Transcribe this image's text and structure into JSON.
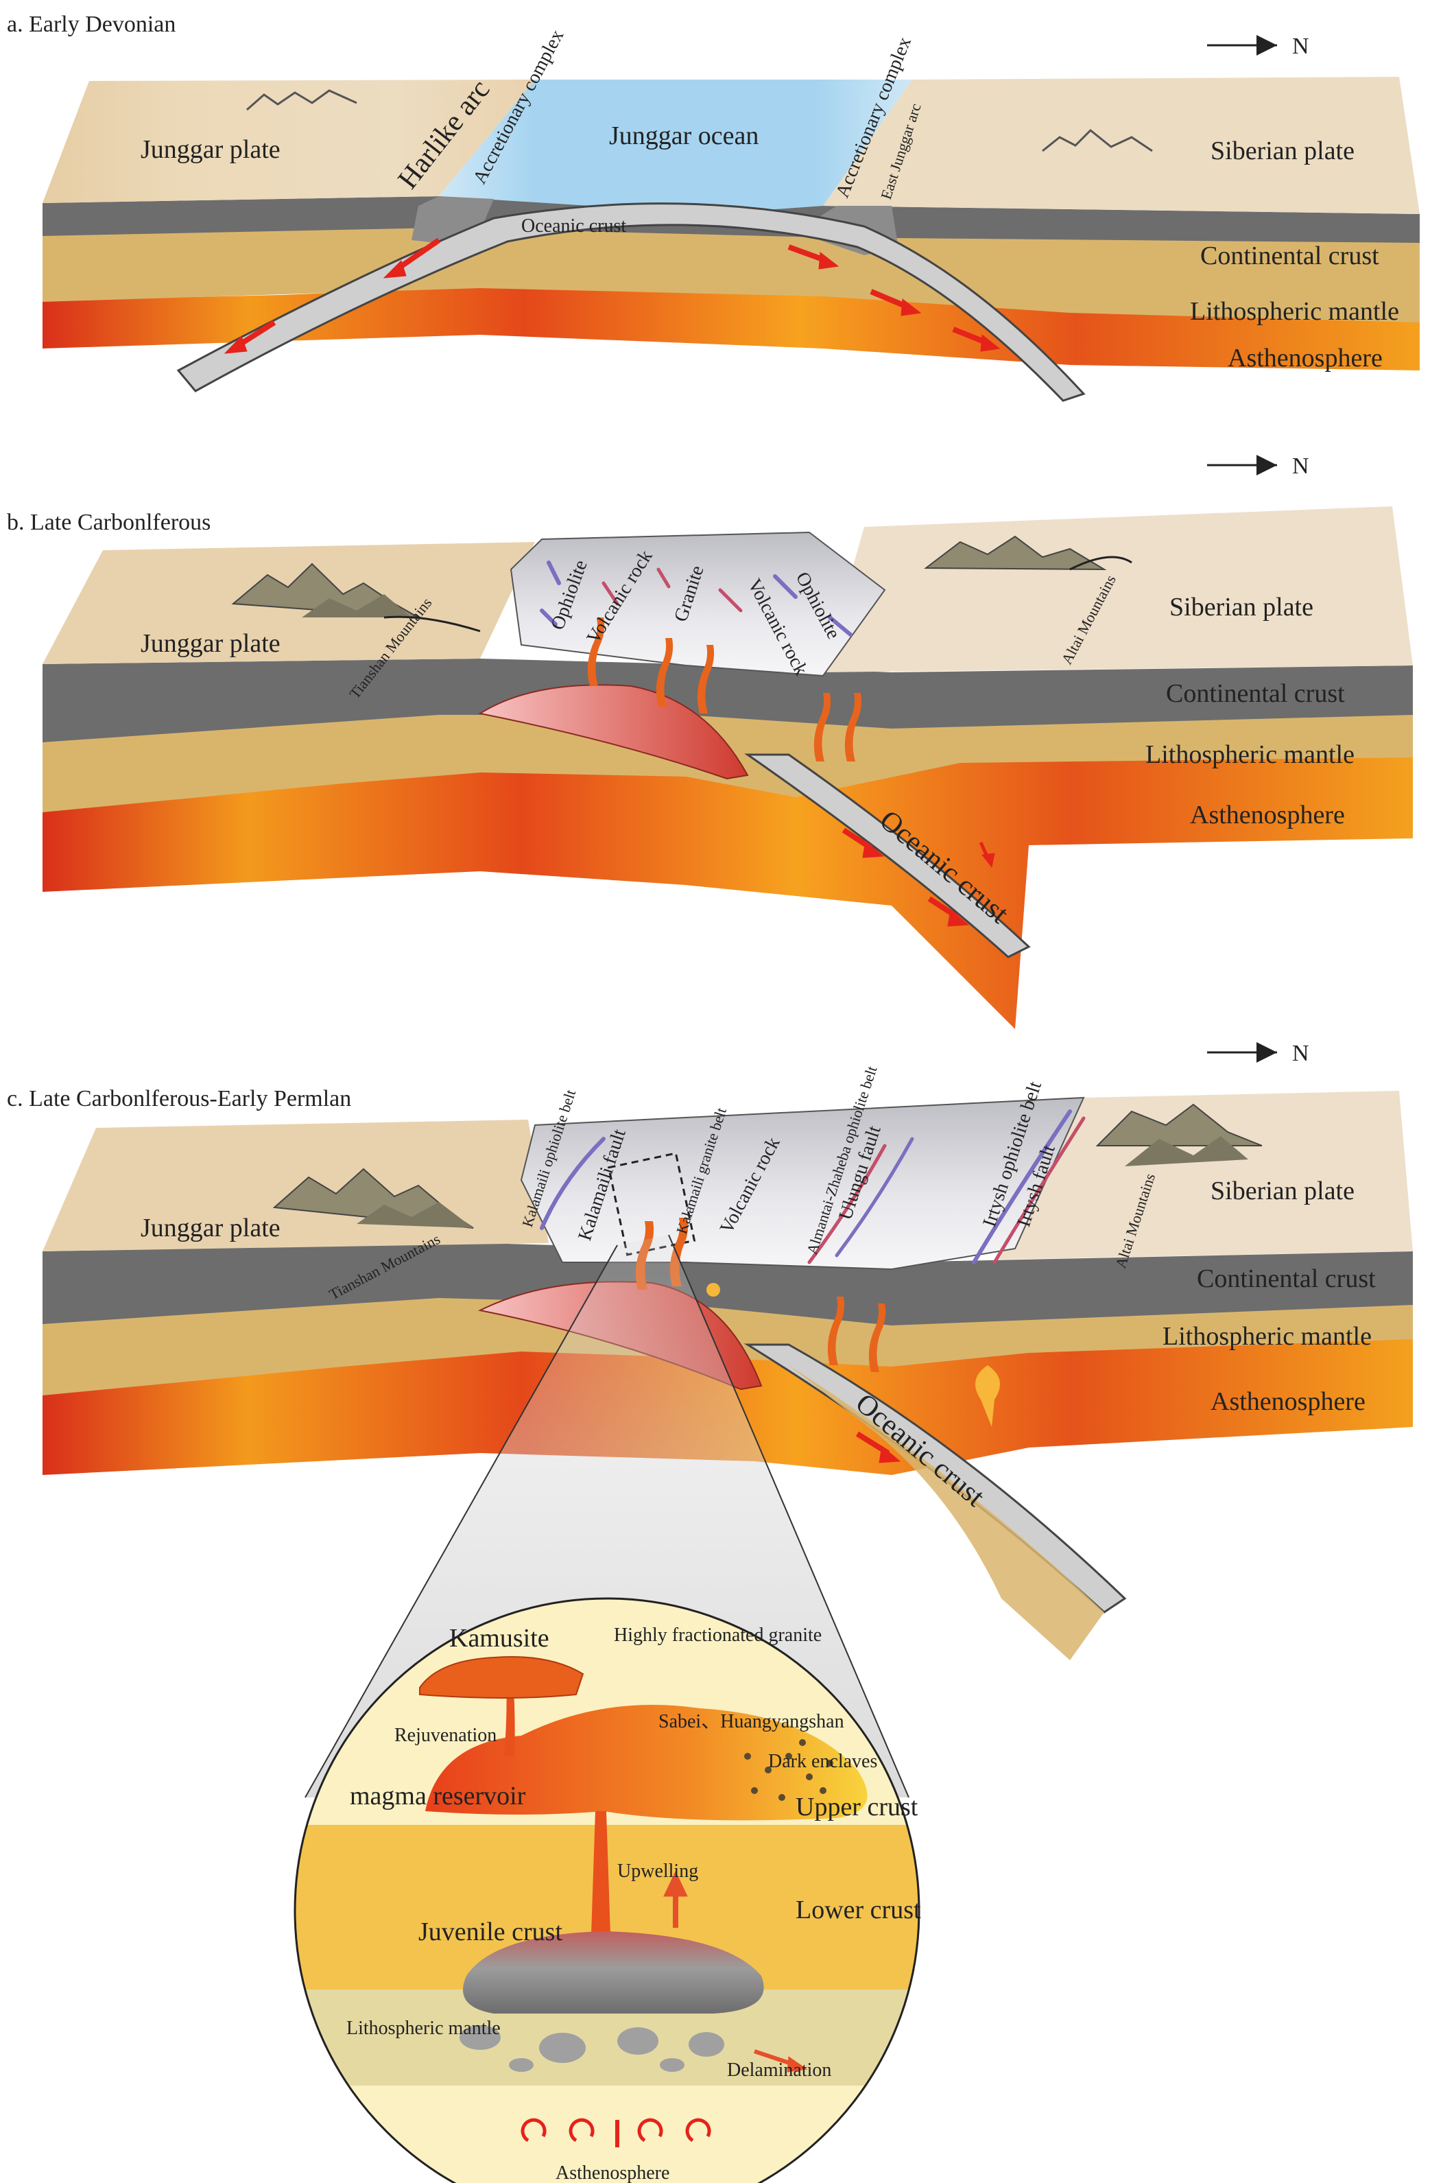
{
  "north_label": "N",
  "colors": {
    "plate_top": "#e9d2ad",
    "continental_crust": "#6e6e6e",
    "lithospheric_mantle": "#d9b268",
    "asthenosphere": "#f08a1a",
    "asthenosphere_dark": "#cf2d14",
    "ocean": "#aad7f2",
    "oceanic_crust": "#c9c9c9",
    "suture_zone": "#d9d9df",
    "arrow_red": "#e5231b",
    "magma": "#e8501c",
    "magma_light": "#f6b73a",
    "upper_crust_bg": "#fbf1c2",
    "lower_crust_bg": "#f3c34e",
    "mantle_bg": "#efe4b0"
  },
  "panel_a": {
    "title": "a. Early Devonian",
    "junggar_plate": "Junggar plate",
    "harlike_arc": "Harlike arc",
    "accretionary_complex_left": "Accretionary complex",
    "junggar_ocean": "Junggar ocean",
    "accretionary_complex_right": "Accretionary complex",
    "east_junggar_arc": "East Junggar arc",
    "siberian_plate": "Siberian plate",
    "oceanic_crust": "Oceanic crust",
    "continental_crust": "Continental crust",
    "lithospheric_mantle": "Lithospheric mantle",
    "asthenosphere": "Asthenosphere"
  },
  "panel_b": {
    "title": "b. Late Carbonlferous",
    "junggar_plate": "Junggar plate",
    "tianshan_mountains": "Tianshan Mountains",
    "ophiolite_left": "Ophiolite",
    "volcanic_rock_left": "Volcanic rock",
    "granite": "Granite",
    "volcanic_rock_right": "Volcanic rock",
    "ophiolite_right": "Ophiolite",
    "altai_mountains": "Altai Mountains",
    "siberian_plate": "Siberian plate",
    "continental_crust": "Continental crust",
    "lithospheric_mantle": "Lithospheric mantle",
    "asthenosphere": "Asthenosphere",
    "oceanic_crust": "Oceanic crust"
  },
  "panel_c": {
    "title": "c. Late Carbonlferous-Early Permlan",
    "junggar_plate": "Junggar plate",
    "tianshan_mountains": "Tianshan Mountains",
    "kalamaili_ophiolite_belt": "Kalamaili ophiolite belt",
    "kalamaili_fault": "Kalamaili fault",
    "kalamaili_granite_belt": "Kalamaili granite belt",
    "volcanic_rock": "Volcanic rock",
    "almantai_ophiolite_belt": "Almantai-Zhaheba ophiolite belt",
    "ulungu_fault": "Ulungu fault",
    "irtysh_ophiolite_belt": "Irtysh ophiolite belt",
    "irtysh_fault": "Irtysh fault",
    "altai_mountains": "Altai Mountains",
    "siberian_plate": "Siberian plate",
    "continental_crust": "Continental crust",
    "lithospheric_mantle": "Lithospheric mantle",
    "asthenosphere": "Asthenosphere",
    "oceanic_crust": "Oceanic crust"
  },
  "inset": {
    "kamusite": "Kamusite",
    "highly_fractionated_granite": "Highly fractionated granite",
    "rejuvenation": "Rejuvenation",
    "sabei_huangyangshan": "Sabei、Huangyangshan",
    "dark_enclaves": "Dark enclaves",
    "magma_reservoir": "magma reservoir",
    "upper_crust": "Upper crust",
    "upwelling": "Upwelling",
    "juvenile_crust": "Juvenile crust",
    "lower_crust": "Lower crust",
    "lithospheric_mantle": "Lithospheric mantle",
    "delamination": "Delamination",
    "asthenosphere": "Asthenosphere"
  }
}
